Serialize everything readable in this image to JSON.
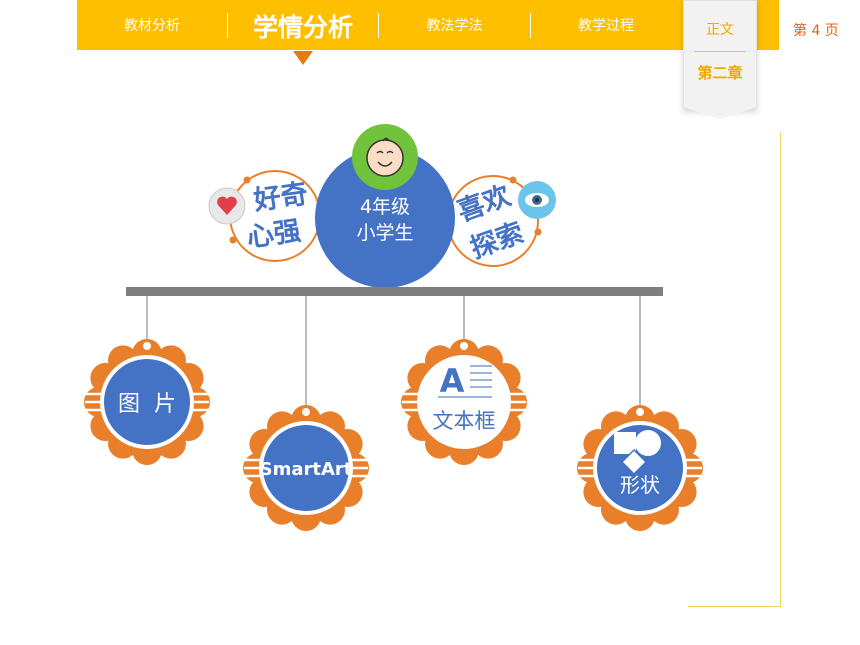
{
  "nav": {
    "items": [
      "教材分析",
      "学情分析",
      "教法学法",
      "教学过程"
    ],
    "active_index": 1
  },
  "tag": {
    "top": "正文",
    "bottom": "第二章"
  },
  "page_number": "第 4 页",
  "diagram": {
    "center": {
      "line1": "4年级",
      "line2": "小学生"
    },
    "left_bubble": {
      "line1": "好奇",
      "line2": "心强"
    },
    "right_bubble": {
      "line1": "喜欢",
      "line2": "探索"
    },
    "medallions": [
      "图  片",
      "SmartArt",
      "文本框",
      "形状"
    ],
    "text_icon_letter": "A"
  },
  "colors": {
    "nav_bg": "#fdbf00",
    "accent_orange": "#e97f2b",
    "blue": "#4472c4",
    "green": "#70c33a",
    "arrow": "#e37c0b",
    "page_num": "#e2640e"
  }
}
